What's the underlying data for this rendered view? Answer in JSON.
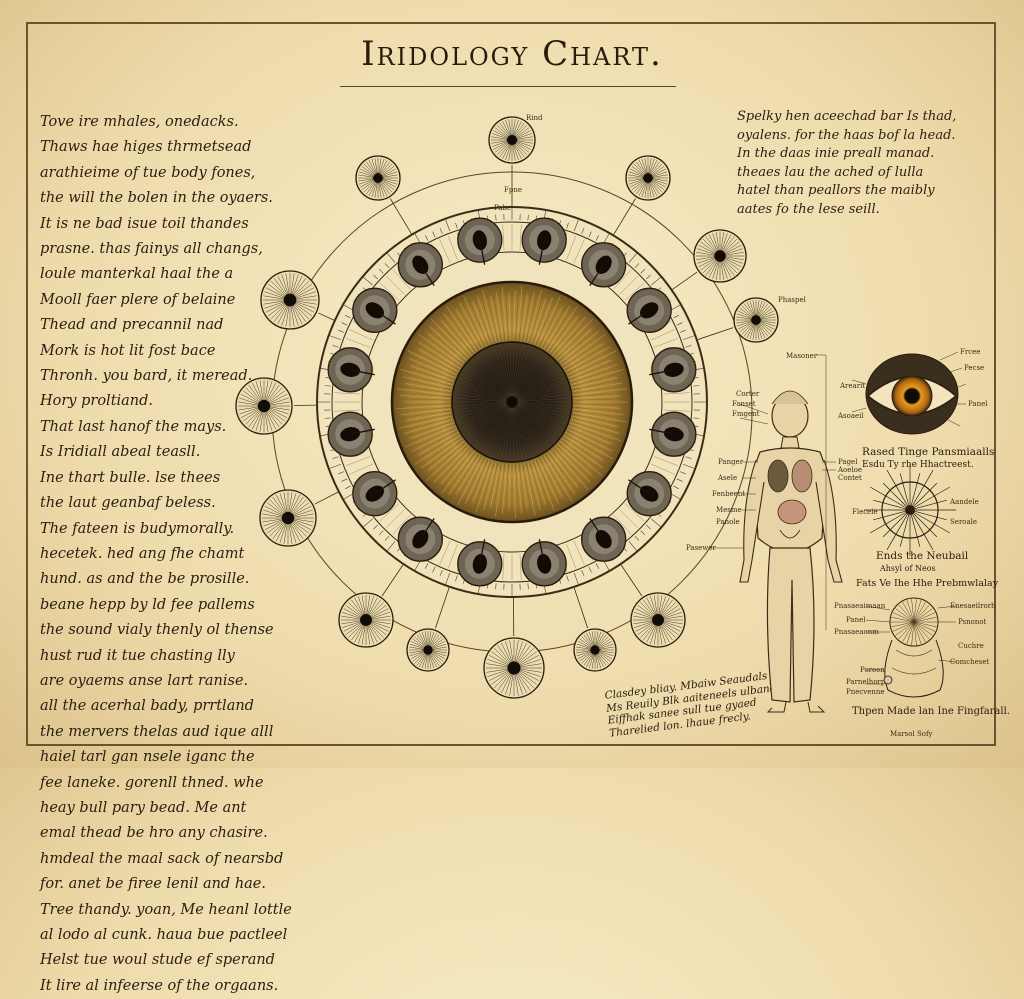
{
  "title": "Iridology Chart.",
  "left_notes": [
    "Tove ire mhales, onedacks.",
    "Thaws hae higes thrmetsead",
    "arathieime of tue body fones,",
    "the will the bolen in the oyaers.",
    "It is ne bad isue toil thandes",
    "prasne. thas fainys all changs,",
    "loule manterkal haal the a",
    "Mooll faer plere of belaine",
    "Thead and precannil nad",
    "Mork is hot lit fost bace",
    "Thronh. you bard, it meread.",
    "Hory proltiand.",
    "That last hanof the mays.",
    "Is Iridiall abeal teasll.",
    "Ine thart bulle. lse thees",
    "the laut geanbaf beless.",
    "The fateen is budymorally.",
    "hecetek. hed ang fhe chamt",
    "hund. as and the be prosille.",
    "beane hepp by ld fee pallems",
    "the sound vialy thenly ol thense",
    "hust rud it tue chasting lly",
    "are oyaems anse lart ranise.",
    "all the acerhal bady, prrtland",
    "the mervers thelas aud ique alll",
    "haiel tarl gan nsele iganc the",
    "fee laneke. gorenll thned. whe",
    "heay bull pary bead. Me ant",
    "emal thead be hro any chasire.",
    "hmdeal the maal sack of nearsbd",
    "for. anet be firee lenil and hae.",
    "Tree thandy. yoan, Me heanl lottle",
    "al lodo al cunk. haua bue pactleel",
    "Helst tue woul stude ef sperand",
    "It lire al infeerse of the orgaans."
  ],
  "right_notes": [
    "Spelky hen aceechad bar Is thad,",
    "oyalens. for the haas bof la head.",
    "In the daas inie preall manad.",
    "theaes lau the ached of lulla",
    "hatel than peallors the maibly",
    "aates fo the lese seill."
  ],
  "bottom_notes": [
    "Clasdey bliay. Mbaiw Seaudals",
    "Ms Reuily Blk aaiteneels ulband",
    "Eiffhak sanee sull tue gyaed",
    "Tharelied lon. lhaue frecly."
  ],
  "body_labels": {
    "head_top": "Masoner",
    "cortex_1": "Corter",
    "cortex_2": "Fanset",
    "cortex_3": "Fmgent",
    "left_1": "Panger",
    "left_2": "Asele",
    "left_3": "Fenbeent",
    "left_4": "Mesme",
    "left_5": "Panole",
    "left_low": "Pasewer",
    "right_1": "Pagel",
    "right_2": "Aoeloe",
    "right_3": "Contet",
    "top_small": "Phaspel",
    "bottom_sig": "Marsol Sofy"
  },
  "panel_headings": {
    "eye_caption_1": "Rased Tinge Pansmiaalls",
    "eye_caption_2": "Esdu Ty rhe Hhactreest.",
    "mid_caption_1": "Ends the Neubail",
    "mid_caption_2": "Ahsyl of Neos",
    "low_caption": "Fats Ve Ihe Hhe Prebmwlalay",
    "foot_caption": "Thpen Made lan Ine Fingfarall."
  },
  "eye_labels": [
    "Arearit",
    "Asoaeil",
    "Frcee",
    "Pecse",
    "Panel"
  ],
  "sun_labels": [
    "Fleceie",
    "Aandele",
    "Seroale"
  ],
  "bulb_labels": [
    "Pnasaeaimaan",
    "Panel",
    "Pnasaeaonm",
    "Enesaeilrorh",
    "Psnonot",
    "Comcheset",
    "Poreen",
    "Parnelhorp",
    "Pnecvenne",
    "Cuchre"
  ],
  "small_labels": [
    "Rind",
    "Fpne",
    "Pabe"
  ]
}
